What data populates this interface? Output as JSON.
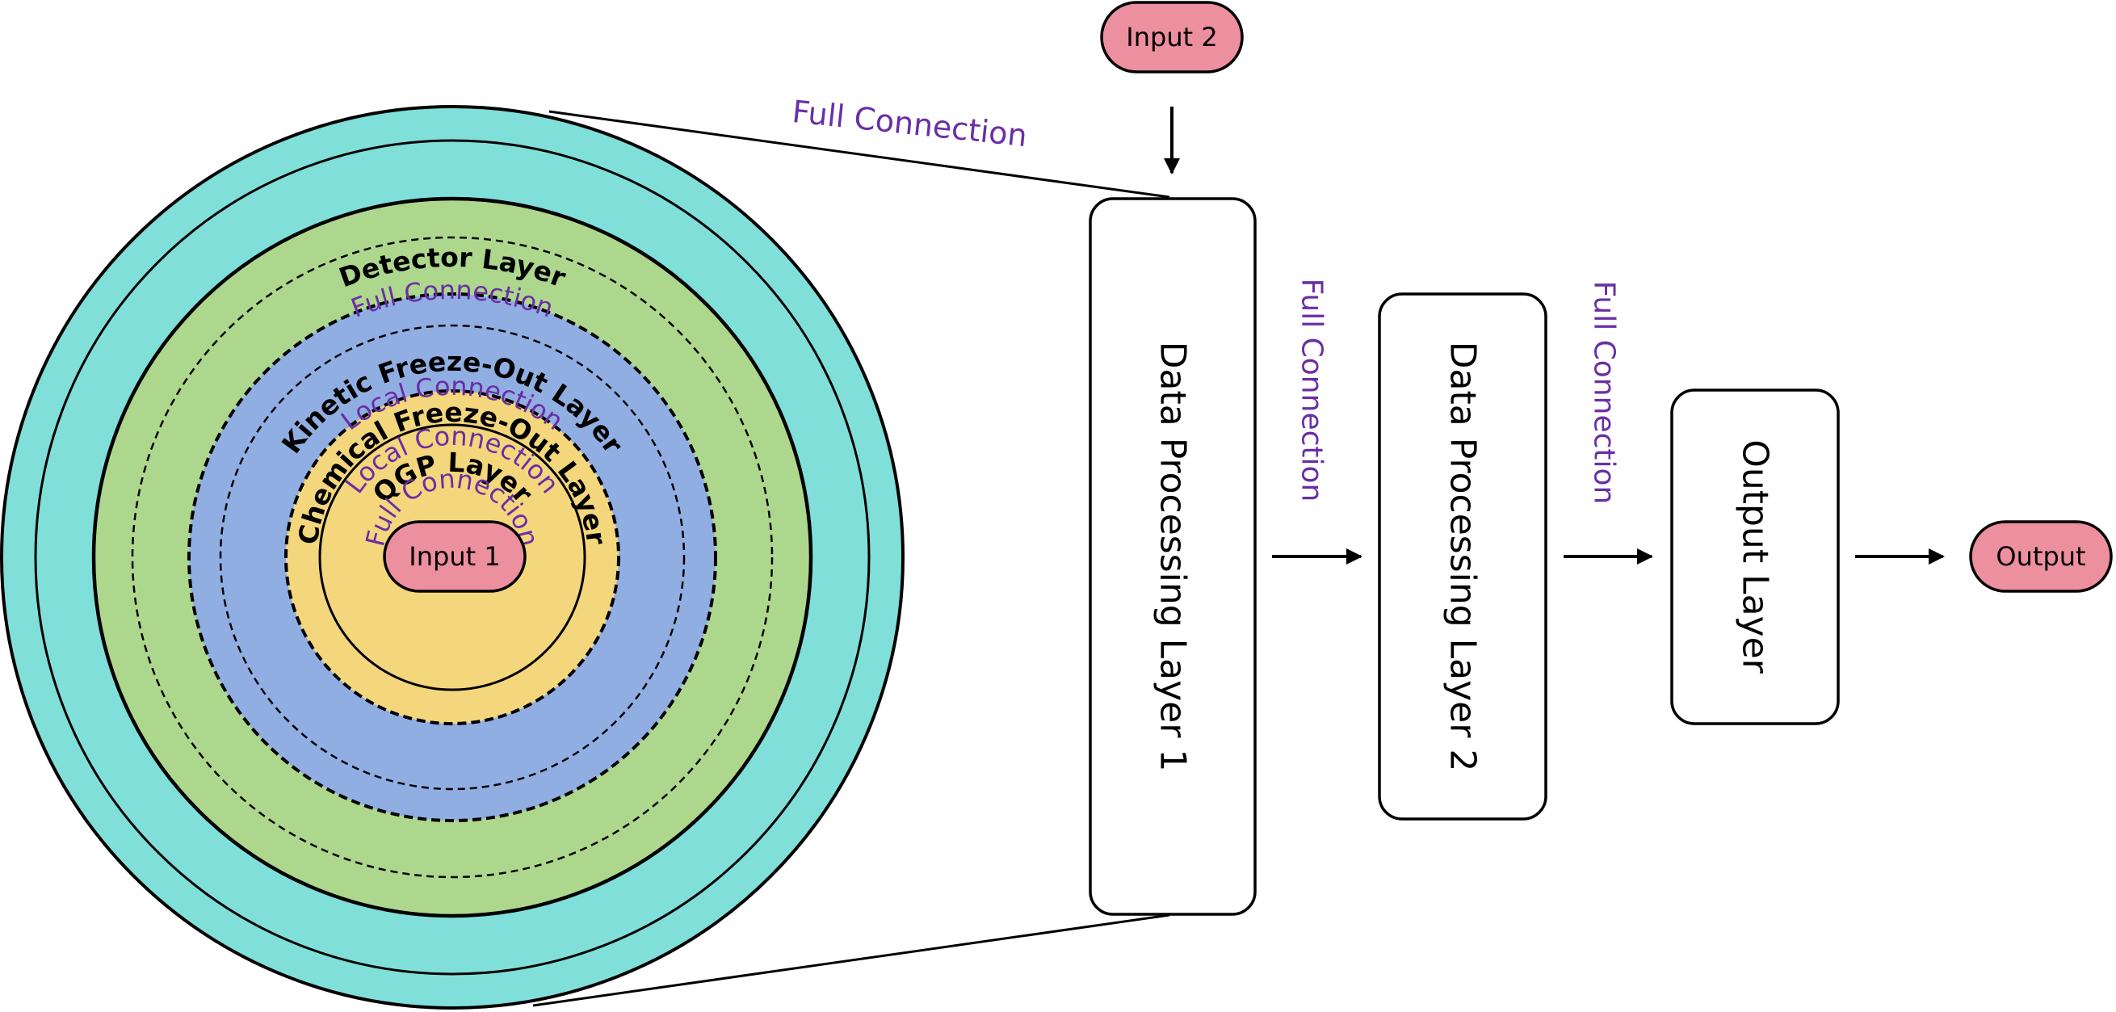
{
  "colors": {
    "detector": "#80dfd9",
    "kinetic": "#aed78e",
    "chemical": "#90aee2",
    "qgp": "#f4d67c",
    "pill": "#ec8f9e",
    "connection_text": "#6a2ea5",
    "stroke": "#000000"
  },
  "inputs": {
    "input1": "Input 1",
    "input2": "Input 2",
    "output": "Output"
  },
  "rings": {
    "detector_layer": "Detector Layer",
    "detector_connection": "Full Connection",
    "kinetic_layer": "Kinetic Freeze-Out Layer",
    "kinetic_connection": "Local Connection",
    "chemical_layer": "Chemical Freeze-Out Layer",
    "chemical_connection": "Local Connection",
    "qgp_layer": "QGP Layer",
    "qgp_connection": "Full Connection"
  },
  "connections": {
    "top": "Full Connection",
    "between_1_2": "Full Connection",
    "between_2_out": "Full Connection"
  },
  "boxes": {
    "processing1": "Data Processing Layer 1",
    "processing2": "Data Processing Layer 2",
    "output_layer": "Output Layer"
  }
}
